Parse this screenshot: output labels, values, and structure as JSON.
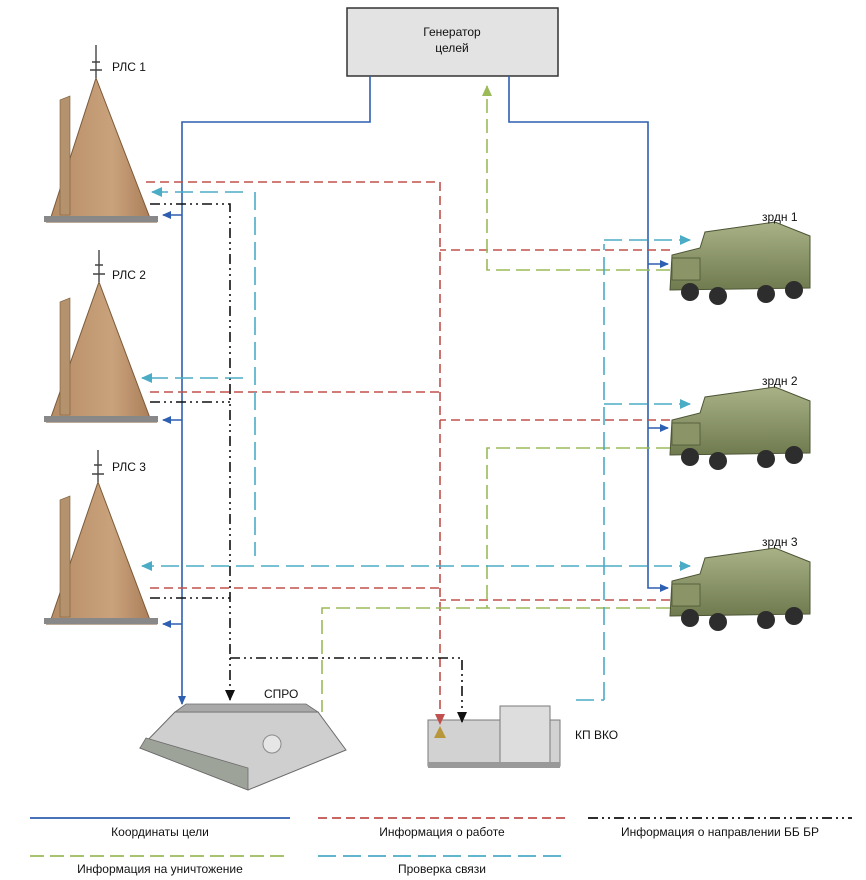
{
  "generator": {
    "line1": "Генератор",
    "line2": "целей"
  },
  "radars": [
    {
      "label": "РЛС 1"
    },
    {
      "label": "РЛС 2"
    },
    {
      "label": "РЛС 3"
    }
  ],
  "launchers": [
    {
      "label": "зрдн 1"
    },
    {
      "label": "зрдн 2"
    },
    {
      "label": "зрдн 3"
    }
  ],
  "spro": {
    "label": "СПРО"
  },
  "kp": {
    "label": "КП ВКО"
  },
  "legend": [
    {
      "label": "Координаты цели",
      "color": "#2e5fb0",
      "style": "solid"
    },
    {
      "label": "Информация о работе",
      "color": "#c0504d",
      "style": "dashed"
    },
    {
      "label": "Информация о направлении ББ БР",
      "color": "#111111",
      "style": "dash-dot-dot"
    },
    {
      "label": "Информация на уничтожение",
      "color": "#9bbb59",
      "style": "long-dash"
    },
    {
      "label": "Проверка связи",
      "color": "#4bacc6",
      "style": "long-dash"
    }
  ]
}
